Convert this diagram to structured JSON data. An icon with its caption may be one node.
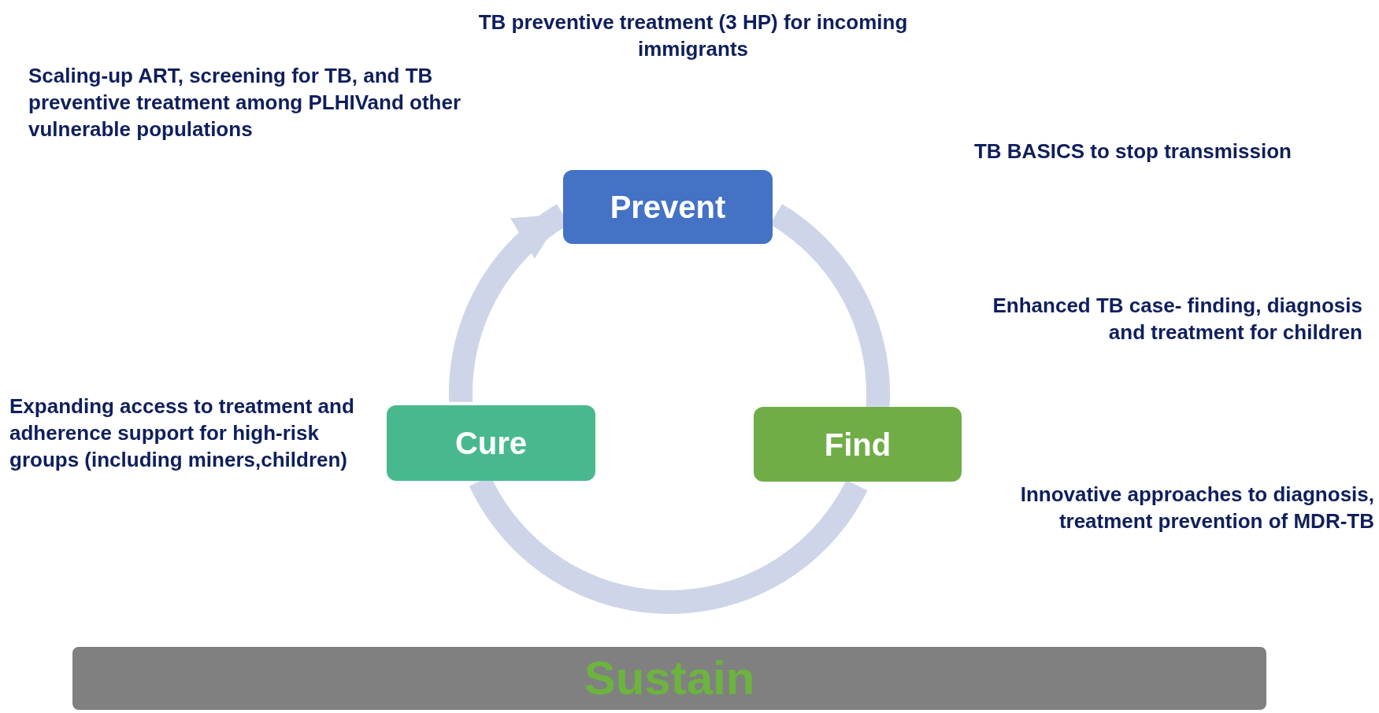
{
  "diagram": {
    "nodes": [
      {
        "text": [
          "Prevent"
        ]
      },
      {
        "text": [
          "Find"
        ]
      },
      {
        "text": [
          "Cure"
        ]
      },
      {
        "text": [
          "Sustain"
        ]
      }
    ],
    "edges": [
      {
        "from": 0,
        "to": 1,
        "arrow": "none"
      },
      {
        "from": 1,
        "to": 2,
        "arrow": "none"
      },
      {
        "from": 2,
        "to": 0,
        "arrow": "to"
      }
    ],
    "labels": [
      "TB preventive treatment (3 HP) for incoming immigrants",
      "Scaling-up ART, screening for TB, and TB preventive treatment among PLHIVand other vulnerable populations",
      "TB BASICS to stop transmission",
      "Enhanced TB case- finding, diagnosis and treatment for children",
      "Expanding access to treatment and adherence support for high-risk groups (including miners,children)",
      "Innovative approaches to diagnosis, treatment prevention of MDR-TB"
    ]
  }
}
